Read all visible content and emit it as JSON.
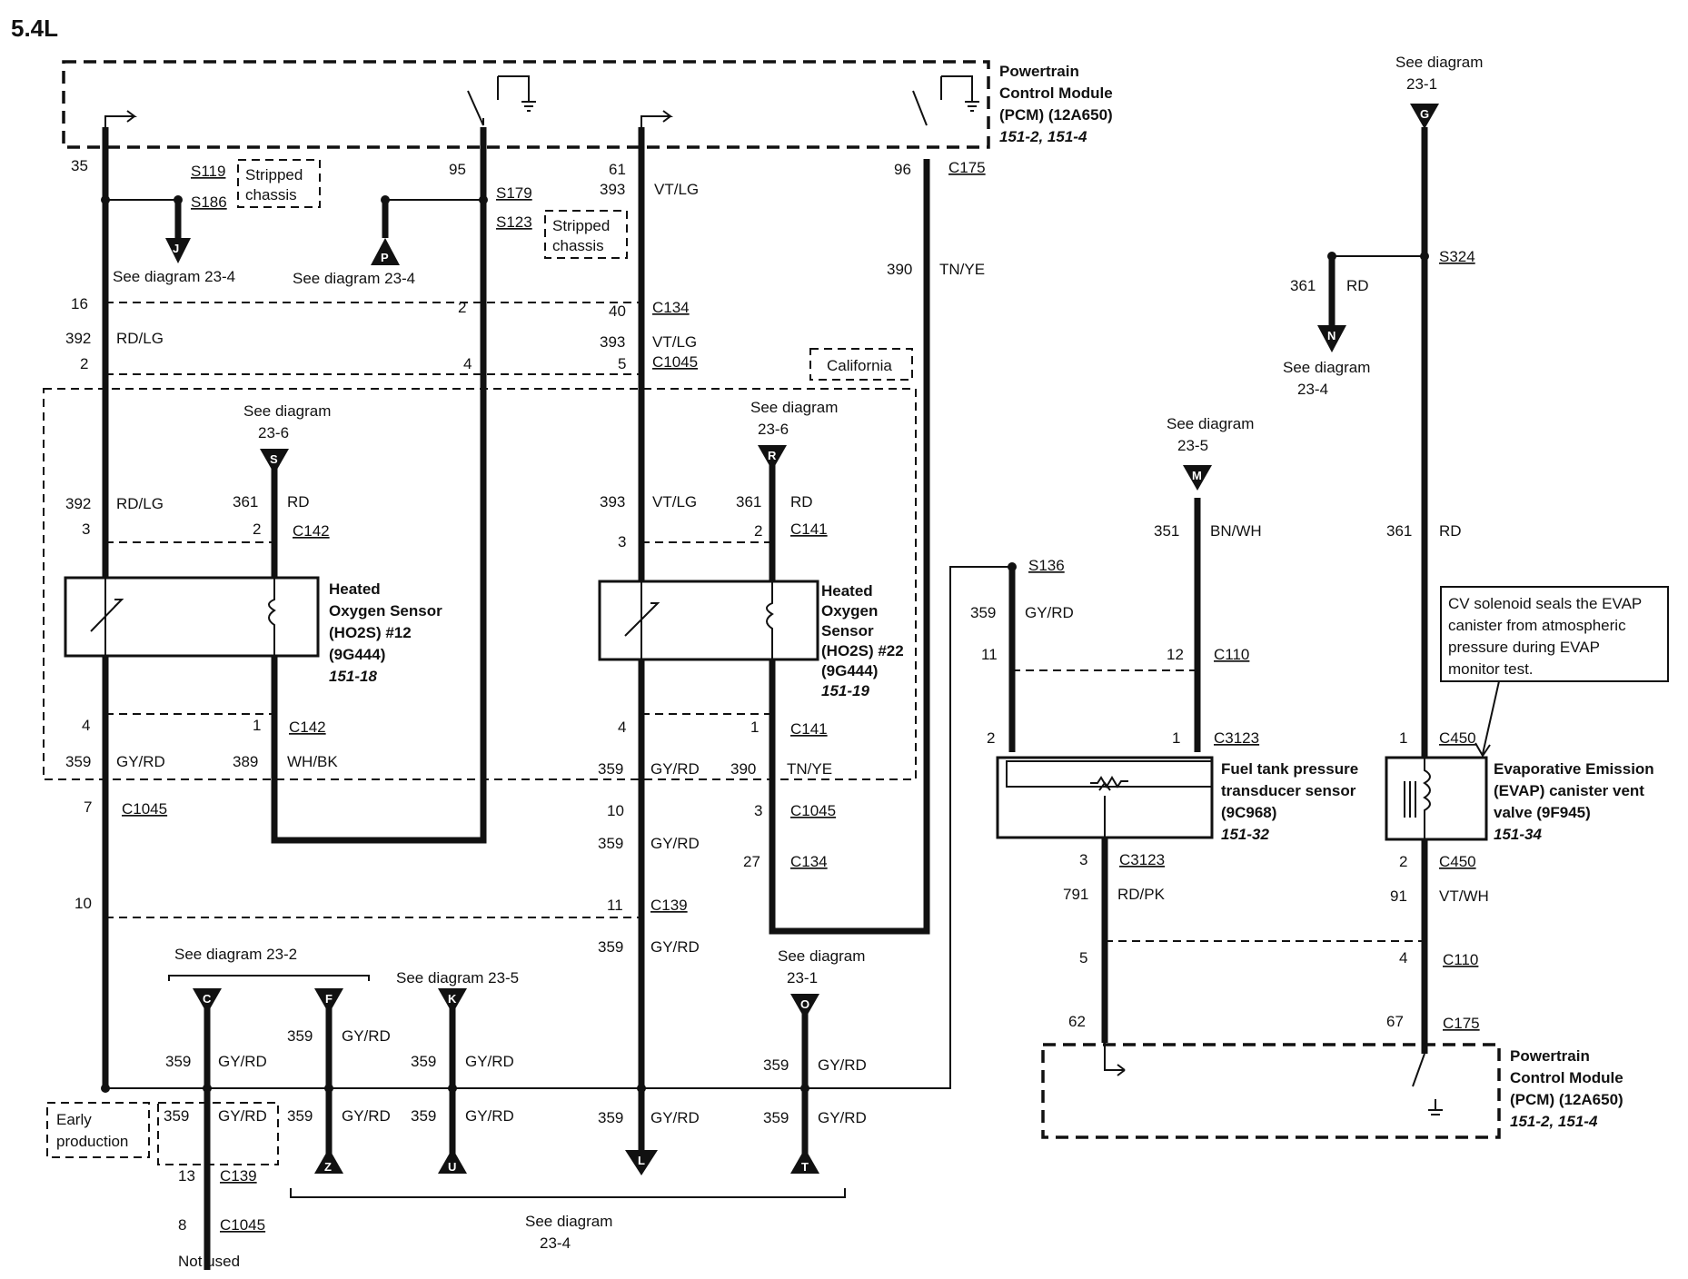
{
  "title": "5.4L",
  "modules": {
    "pcm_top": {
      "lines": [
        "Powertrain",
        "Control Module",
        "(PCM) (12A650)"
      ],
      "ref": "151-2, 151-4"
    },
    "pcm_bottom": {
      "lines": [
        "Powertrain",
        "Control Module",
        "(PCM) (12A650)"
      ],
      "ref": "151-2, 151-4"
    },
    "ho2s12": {
      "lines": [
        "Heated",
        "Oxygen Sensor",
        "(HO2S) #12",
        "(9G444)"
      ],
      "ref": "151-18"
    },
    "ho2s22": {
      "lines": [
        "Heated",
        "Oxygen",
        "Sensor",
        "(HO2S) #22",
        "(9G444)"
      ],
      "ref": "151-19"
    },
    "ftpt": {
      "lines": [
        "Fuel tank pressure",
        "transducer sensor",
        "(9C968)"
      ],
      "ref": "151-32"
    },
    "evap": {
      "lines": [
        "Evaporative Emission",
        "(EVAP) canister vent",
        "valve (9F945)"
      ],
      "ref": "151-34"
    }
  },
  "note": [
    "CV solenoid seals the EVAP",
    "canister from atmospheric",
    "pressure during EVAP",
    "monitor test."
  ],
  "labels": {
    "stripped1": [
      "Stripped",
      "chassis"
    ],
    "stripped2": [
      "Stripped",
      "chassis"
    ],
    "california": "California",
    "early": [
      "Early",
      "production"
    ],
    "not_used": "Not used",
    "see_j": "See diagram 23-4",
    "see_p": "See diagram 23-4",
    "see_s": [
      "See diagram",
      "23-6"
    ],
    "see_r": [
      "See diagram",
      "23-6"
    ],
    "see_g": [
      "See diagram",
      "23-1"
    ],
    "see_n": [
      "See diagram",
      "23-4"
    ],
    "see_m": [
      "See diagram",
      "23-5"
    ],
    "see_cf": "See diagram  23-2",
    "see_k": "See diagram 23-5",
    "see_o": [
      "See diagram",
      "23-1"
    ],
    "see_bottom": [
      "See diagram",
      "23-4"
    ]
  },
  "connectors": {
    "s119": "S119",
    "s186": "S186",
    "s179": "S179",
    "s123": "S123",
    "c175a": "C175",
    "c134a": "C134",
    "c1045a": "C1045",
    "c142a": "C142",
    "c141a": "C141",
    "c142b": "C142",
    "c141b": "C141",
    "c1045b": "C1045",
    "c1045c": "C1045",
    "c134b": "C134",
    "c139a": "C139",
    "c139b": "C139",
    "c1045d": "C1045",
    "s324": "S324",
    "s136": "S136",
    "c110a": "C110",
    "c3123a": "C3123",
    "c3123b": "C3123",
    "c450a": "C450",
    "c450b": "C450",
    "c110b": "C110",
    "c175b": "C175"
  },
  "pins": {
    "p35": "35",
    "p95": "95",
    "p61": "61",
    "p96": "96",
    "p16": "16",
    "p2a": "2",
    "p40": "40",
    "p2b": "2",
    "p4a": "4",
    "p5": "5",
    "p3a": "3",
    "p2c": "2",
    "p3b": "3",
    "p2d": "2",
    "p4b": "4",
    "p1a": "1",
    "p4c": "4",
    "p1b": "1",
    "p7": "7",
    "p10a": "10",
    "p3c": "3",
    "p27": "27",
    "p10b": "10",
    "p11a": "11",
    "p13": "13",
    "p8": "8",
    "p11b": "11",
    "p12": "12",
    "p2e": "2",
    "p1c": "1",
    "p3d": "3",
    "p5b": "5",
    "p62": "62",
    "p1d": "1",
    "p2f": "2",
    "p4d": "4",
    "p67": "67"
  },
  "circuits": {
    "w393a": [
      "393",
      "VT/LG"
    ],
    "w390a": [
      "390",
      "TN/YE"
    ],
    "w392a": [
      "392",
      "RD/LG"
    ],
    "w393b": [
      "393",
      "VT/LG"
    ],
    "w361a": [
      "361",
      "RD"
    ],
    "w392b": [
      "392",
      "RD/LG"
    ],
    "w361b": [
      "361",
      "RD"
    ],
    "w393c": [
      "393",
      "VT/LG"
    ],
    "w361c": [
      "361",
      "RD"
    ],
    "w351": [
      "351",
      "BN/WH"
    ],
    "w361d": [
      "361",
      "RD"
    ],
    "w359a": [
      "359",
      "GY/RD"
    ],
    "w389": [
      "389",
      "WH/BK"
    ],
    "w359b": [
      "359",
      "GY/RD"
    ],
    "w390b": [
      "390",
      "TN/YE"
    ],
    "w359c": [
      "359",
      "GY/RD"
    ],
    "w359d": [
      "359",
      "GY/RD"
    ],
    "w359e": [
      "359",
      "GY/RD"
    ],
    "w359f": [
      "359",
      "GY/RD"
    ],
    "w359g": [
      "359",
      "GY/RD"
    ],
    "w359h": [
      "359",
      "GY/RD"
    ],
    "w359i": [
      "359",
      "GY/RD"
    ],
    "w359j": [
      "359",
      "GY/RD"
    ],
    "w359k": [
      "359",
      "GY/RD"
    ],
    "w359l": [
      "359",
      "GY/RD"
    ],
    "w359m": [
      "359",
      "GY/RD"
    ],
    "w359n": [
      "359",
      "GY/RD"
    ],
    "w359o": [
      "359",
      "GY/RD"
    ],
    "w791": [
      "791",
      "RD/PK"
    ],
    "w91": [
      "91",
      "VT/WH"
    ]
  },
  "refs": {
    "J": "J",
    "P": "P",
    "S": "S",
    "R": "R",
    "G": "G",
    "N": "N",
    "M": "M",
    "C": "C",
    "F": "F",
    "K": "K",
    "O": "O",
    "Z": "Z",
    "U": "U",
    "L": "L",
    "T": "T"
  }
}
